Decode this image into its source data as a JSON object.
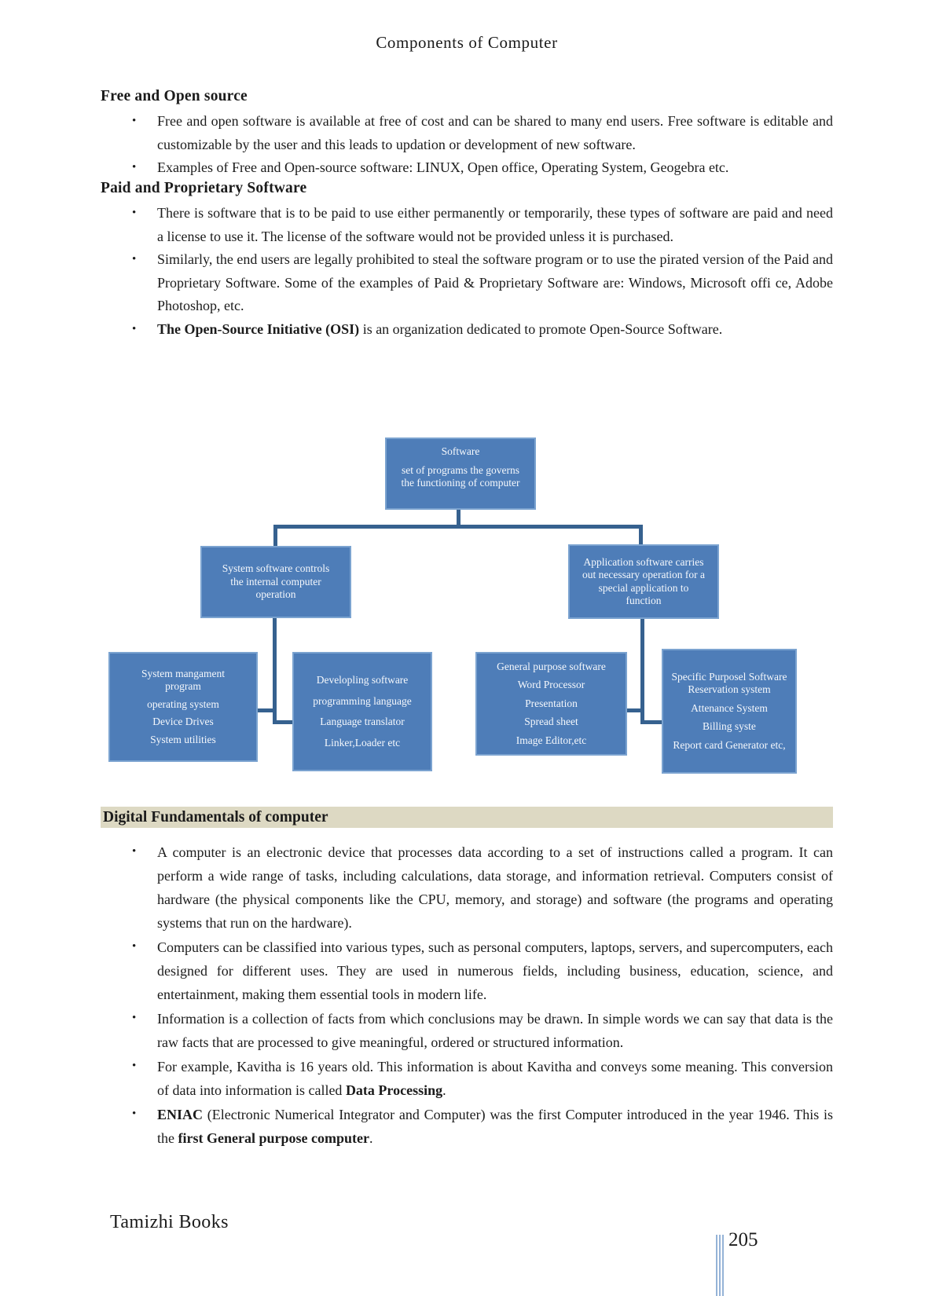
{
  "page_title": "Components of Computer",
  "sections": {
    "free_open": {
      "heading": "Free and Open source",
      "bullet1": "Free and open software is available at free of cost and can be shared to many end users. Free software is editable and customizable by the user and this leads to updation or development of new software.",
      "bullet2": "Examples of Free and Open-source software: LINUX, Open office, Operating System, Geogebra etc."
    },
    "paid": {
      "heading": "Paid and Proprietary Software",
      "bullet1": "There is software that is to be paid to use either permanently or temporarily, these types of software are paid and need a license to use it. The license of the software would not be provided unless it is purchased.",
      "bullet2": "Similarly, the end users are legally prohibited to steal the software program or to use the pirated version of the Paid and Proprietary Software. Some of the examples of Paid & Proprietary Software are: Windows, Microsoft offi ce, Adobe Photoshop, etc.",
      "bullet3_bold": "The Open-Source Initiative (OSI)",
      "bullet3_rest": " is an organization dedicated to promote Open-Source Software."
    },
    "digital": {
      "heading": "Digital Fundamentals of computer",
      "bullet1": "A computer is an electronic device that processes data according to a set of instructions called a program. It can perform a wide range of tasks, including calculations, data storage, and information retrieval. Computers consist of hardware (the physical components like the CPU, memory, and storage) and software (the programs and operating systems that run on the hardware).",
      "bullet2": "Computers can be classified into various types, such as personal computers, laptops, servers, and supercomputers, each designed for different uses. They are used in numerous fields, including business, education, science, and entertainment, making them essential tools in modern life.",
      "bullet3": "Information is a collection of facts from which conclusions may be drawn. In simple words we can say that data is the raw facts that are processed to give meaningful, ordered or structured information.",
      "bullet4_pre": "For example, Kavitha is 16 years old. This information is about Kavitha and conveys some meaning. This conversion of data into information is called ",
      "bullet4_bold": "Data Processing",
      "bullet4_end": ".",
      "bullet5_bold1": "ENIAC",
      "bullet5_mid": " (Electronic Numerical Integrator and Computer) was the first Computer introduced in the year 1946. This is the ",
      "bullet5_bold2": "first General purpose computer",
      "bullet5_end": "."
    }
  },
  "diagram": {
    "root_title": "Software",
    "root_body": "set of  programs the governs  the functioning of computer",
    "system_box": "System  software controls the internal computer operation",
    "application_box": "Application software carries out necessary operation for a special application to function",
    "system_mgmt_lines": [
      "System mangament program",
      "operating system",
      "Device Drives",
      "System utilities"
    ],
    "developing_lines": [
      "Developling software",
      "programming language",
      "Language translator",
      "Linker,Loader etc"
    ],
    "general_purpose_lines": [
      "General purpose software",
      "Word Processor",
      "Presentation",
      "Spread sheet",
      "Image Editor,etc"
    ],
    "specific_purpose_lines": [
      "Specific Purposel Software Reservation system",
      "Attenance System",
      "Billing syste",
      "Report card Generator etc,"
    ],
    "colors": {
      "box_fill": "#4E7DB8",
      "box_border": "#7BA3D0",
      "connector": "#36618F",
      "box_text": "#F5F8FC",
      "heading_bar": "#DDD9C3",
      "footer_bar": "#95B3D7"
    }
  },
  "footer": {
    "publisher": "Tamizhi Books",
    "page_number": "205"
  }
}
